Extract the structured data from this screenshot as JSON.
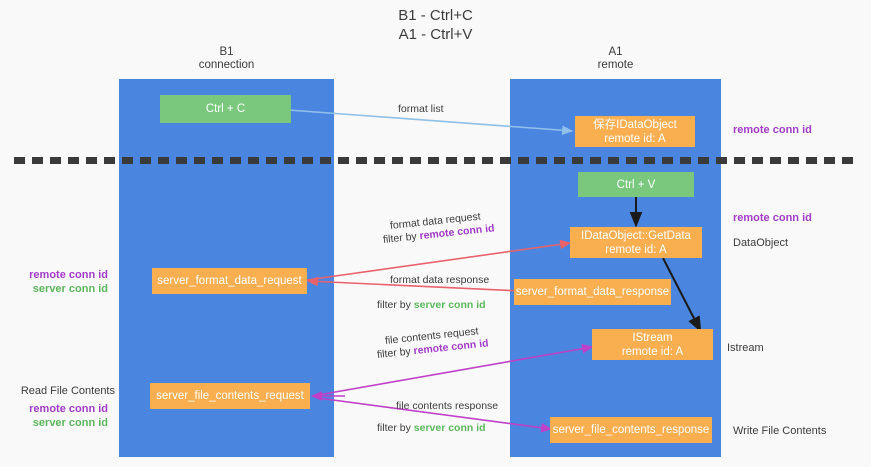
{
  "title": "B1 - Ctrl+C\nA1 - Ctrl+V",
  "columns": {
    "left": {
      "head": "B1\nconnection"
    },
    "right": {
      "head": "A1\nremote"
    }
  },
  "nodes": {
    "ctrl_c": "Ctrl + C",
    "save_idataobject": "保存IDataObject\nremote id: A",
    "ctrl_v": "Ctrl + V",
    "getdata": "IDataObject::GetData\nremote id: A",
    "server_format_data_request": "server_format_data_request",
    "server_format_data_response": "server_format_data_response",
    "istream": "IStream\nremote id: A",
    "server_file_contents_request": "server_file_contents_request",
    "server_file_contents_response": "server_file_contents_response"
  },
  "edges": {
    "format_list": "format list",
    "format_data_request": "format data request",
    "format_data_request_filter_pre": "filter by ",
    "format_data_request_filter_key": "remote conn id",
    "format_data_response": "format data response",
    "format_data_response_filter_pre": "filter by ",
    "format_data_response_filter_key": "server conn id",
    "file_contents_request": "file contents request",
    "file_contents_request_filter_pre": "filter by ",
    "file_contents_request_filter_key": "remote conn id",
    "file_contents_response": "file contents response",
    "file_contents_response_filter_pre": "filter by ",
    "file_contents_response_filter_key": "server conn id"
  },
  "annotations": {
    "right_remote_conn_id_top": "remote conn id",
    "right_remote_conn_id_mid": "remote conn id",
    "right_dataobject": "DataObject",
    "right_istream": "Istream",
    "right_write_file_contents": "Write File Contents",
    "left_remote_conn_id": "remote conn id",
    "left_server_conn_id": "server conn id",
    "left_read_file_contents": "Read File Contents",
    "left_remote_conn_id_2": "remote conn id",
    "left_server_conn_id_2": "server conn id"
  },
  "colors": {
    "column_blue": "#4a86e0",
    "node_green": "#79c87e",
    "node_orange": "#f9ae50",
    "arrow_light_blue": "#8fc0ea",
    "arrow_red": "#e8626b",
    "arrow_magenta": "#c040c8",
    "arrow_black": "#1a1a1a",
    "key_purple": "#a23cc8",
    "key_green": "#5cb85c",
    "background": "#f9f9f9"
  }
}
